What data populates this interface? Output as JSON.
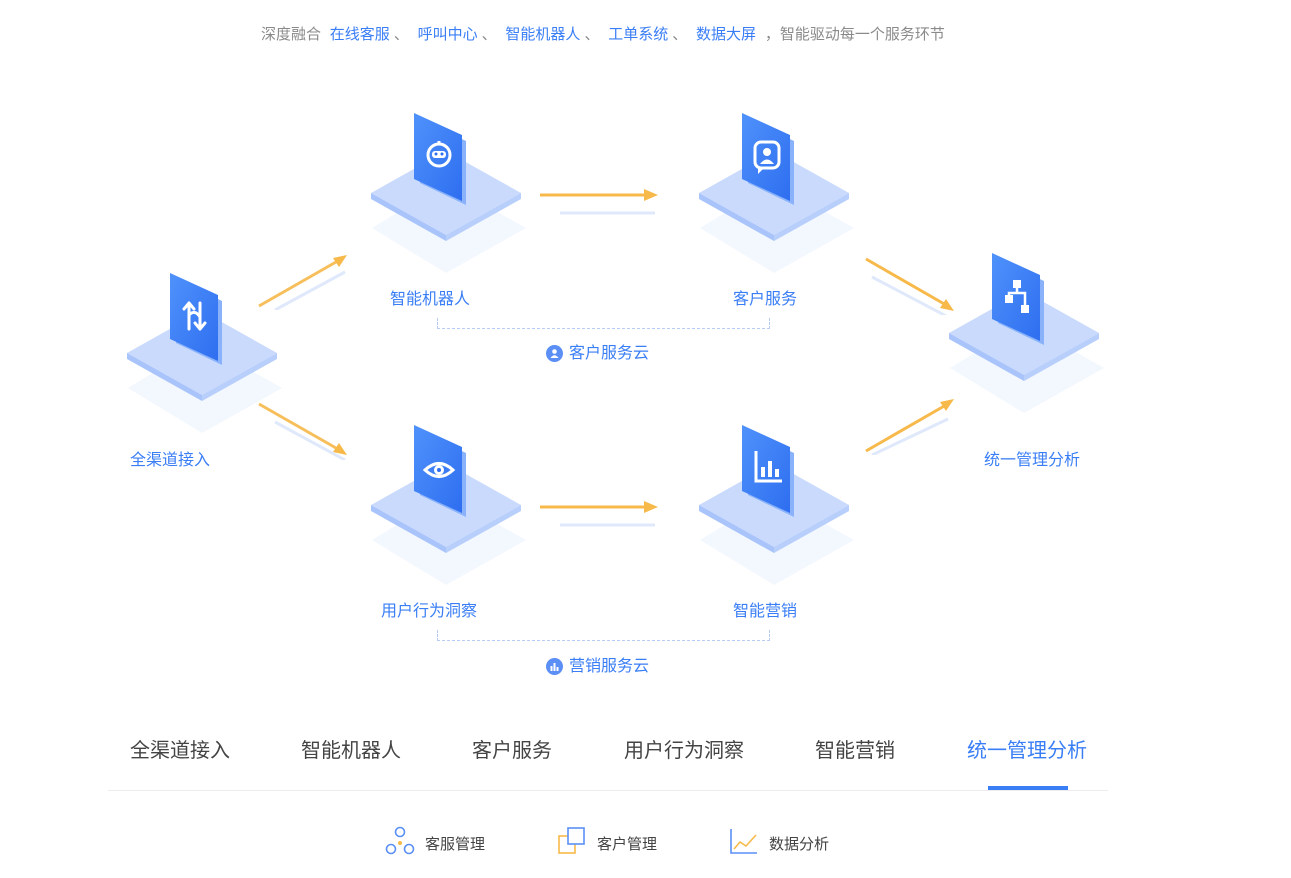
{
  "intro": {
    "prefix": "深度融合",
    "highlights": [
      "在线客服",
      "呼叫中心",
      "智能机器人",
      "工单系统",
      "数据大屏"
    ],
    "separator": "、",
    "suffix": "，智能驱动每一个服务环节"
  },
  "diagram": {
    "nodes": {
      "channel": {
        "label": "全渠道接入",
        "icon": "swap-arrows-icon"
      },
      "robot": {
        "label": "智能机器人",
        "icon": "robot-icon"
      },
      "service": {
        "label": "客户服务",
        "icon": "agent-chat-icon"
      },
      "insight": {
        "label": "用户行为洞察",
        "icon": "eye-icon"
      },
      "marketing": {
        "label": "智能营销",
        "icon": "bar-chart-icon"
      },
      "analysis": {
        "label": "统一管理分析",
        "icon": "org-chart-icon"
      }
    },
    "clouds": {
      "service": {
        "label": "客户服务云",
        "icon": "user-icon"
      },
      "marketing": {
        "label": "营销服务云",
        "icon": "chart-icon"
      }
    }
  },
  "tabs": [
    {
      "label": "全渠道接入",
      "active": false
    },
    {
      "label": "智能机器人",
      "active": false
    },
    {
      "label": "客户服务",
      "active": false
    },
    {
      "label": "用户行为洞察",
      "active": false
    },
    {
      "label": "智能营销",
      "active": false
    },
    {
      "label": "统一管理分析",
      "active": true
    }
  ],
  "features": [
    {
      "label": "客服管理",
      "icon": "circles-network-icon"
    },
    {
      "label": "客户管理",
      "icon": "squares-icon"
    },
    {
      "label": "数据分析",
      "icon": "line-chart-icon"
    }
  ],
  "colors": {
    "accent": "#3a7ef5",
    "arrow": "#f7b94a",
    "platform": "#c7d9fc",
    "tile": "#3a7ef5"
  }
}
